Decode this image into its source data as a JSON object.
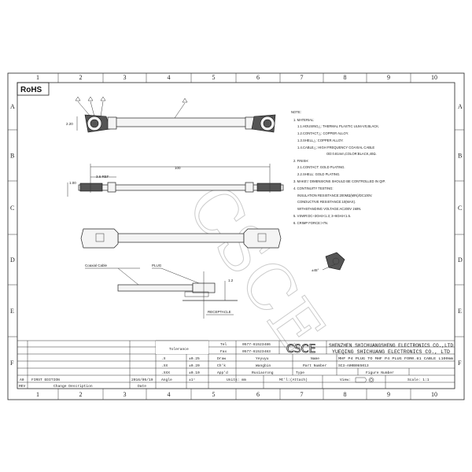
{
  "rohs": "RoHS",
  "columns": [
    "1",
    "2",
    "3",
    "4",
    "5",
    "6",
    "7",
    "8",
    "9",
    "10"
  ],
  "rows": [
    "A",
    "B",
    "C",
    "D",
    "E",
    "F"
  ],
  "watermark": "CSCE",
  "dimensions": {
    "height": "2.20",
    "length": "100",
    "ref": "3.6 REF",
    "offset": "1.00",
    "mated_height": "1.2",
    "angle": "±45°"
  },
  "callouts": {
    "coaxial_cable": "Coaxial Cable",
    "plug": "PLUG",
    "receptacle": "RECEPTACLE"
  },
  "notes": [
    "NOTE:",
    "1. MATERIAL:",
    "1.1.HOUSING△: THERMAL PLASTIC UL94-V0,BLACK.",
    "1.2.CONTACT△: COPPER ALLOY.",
    "1.3.SHELL△: COPPER ALLOY.",
    "1.4.CABLE△: HIGH FREQUENCY COAXIAL CABLE",
    "OD:0.81mm,COLOR:BLACK,40Ω.",
    "2. FINISH:",
    "2.1.CONTACT: GOLD PLATING.",
    "2.2.SHELL: GOLD PLATING.",
    "3. MAKE▽ DIMENSIONS SHOULD BE CONTROLLED IN QIP.",
    "4. CONTINUITY TESTING:",
    "INSULATION RESISTANCE:200MΩ(MIN)/DC100V.",
    "CONDUCTIVE RESISTANCE:10(MAX).",
    "WITHSTANDING VOLTAGE:AC200V 1MIN.",
    "5. VSWR:DC~3GHz<1.3; 3~6GHz<1.5.",
    "6. CRIMP FORCE:>7N."
  ],
  "title_block": {
    "tolerance_label": "Tolerance",
    "tolerances": [
      {
        "key": ".X",
        "value": "±0.25"
      },
      {
        "key": ".XX",
        "value": "±0.20"
      },
      {
        "key": ".XXX",
        "value": "±0.10"
      },
      {
        "key": "Angle",
        "value": "±1°"
      }
    ],
    "revision": {
      "rev": "A0",
      "description": "FIRST EDITION",
      "date": "2016/05/19"
    },
    "rev_header": "REV",
    "change_header": "Change Description",
    "date_header": "Date",
    "tel_label": "Tel",
    "tel": "0577-61523486",
    "fax_label": "Fax",
    "fax": "0577-61523483",
    "draw_label": "Draw",
    "draw": "Yeyuyu",
    "chk_label": "Ch'k",
    "chk": "Wangbin",
    "appd_label": "App'd",
    "appd": "Ruxiaorong",
    "logo": "CSCE",
    "company1": "SHENZHEN SHICHUANGSHENG ELECTRONICS CO.,LTD",
    "company2": "YUEQING SHICHUANG ELECTRONICS CO., LTD",
    "name_label": "Name",
    "name": "MHF P4 PLUG TO MHF P4 PLUG FOR0.81 CABLE L100mm",
    "part_label": "Part Number",
    "part": "SC3-A00B085013",
    "type_label": "Type",
    "figure_label": "Figure Number",
    "units": "Units: mm",
    "material": "Mt'l:(Attach)",
    "view": "View:",
    "scale": "Scale: 1:1"
  }
}
